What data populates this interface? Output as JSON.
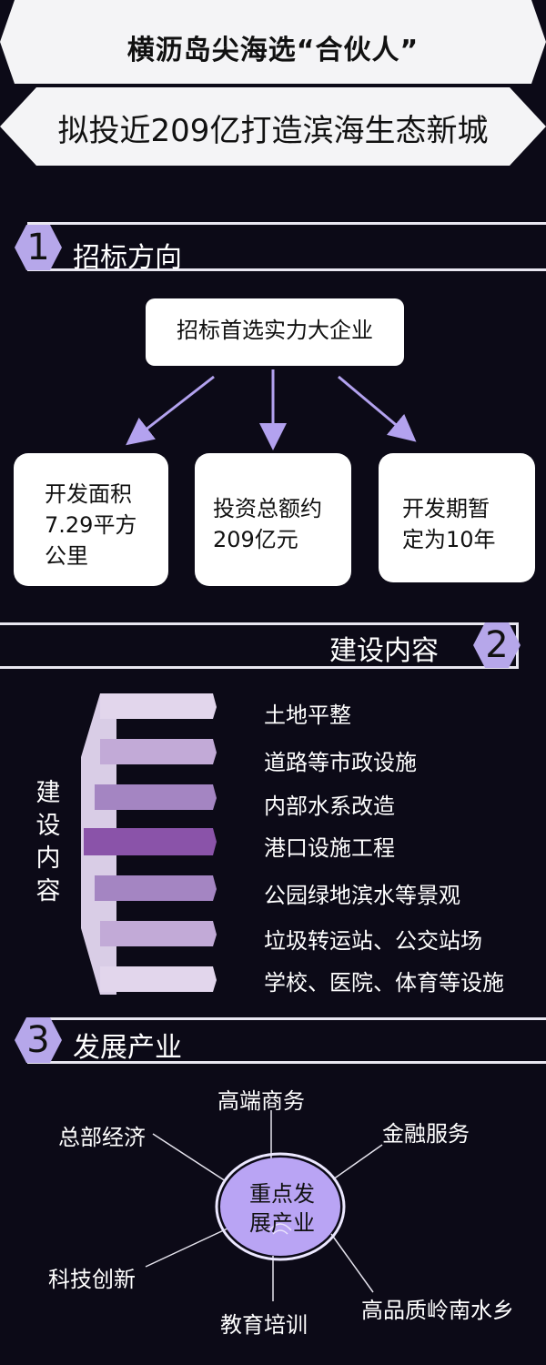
{
  "header": {
    "title": "横沥岛尖海选“合伙人”",
    "subtitle": "拟投近209亿打造滨海生态新城"
  },
  "section1": {
    "number": "1",
    "title": "招标方向",
    "top_box": "招标首选实力大企业",
    "boxes": [
      [
        "开发面积",
        "7.29平方",
        "公里"
      ],
      [
        "投资总额约",
        "209亿元"
      ],
      [
        "开发期暂",
        "定为10年"
      ]
    ]
  },
  "section2": {
    "number": "2",
    "title": "建设内容",
    "side_label": [
      "建",
      "设",
      "内",
      "容"
    ],
    "items": [
      "土地平整",
      "道路等市政设施",
      "内部水系改造",
      "港口设施工程",
      "公园绿地滨水等景观",
      "垃圾转运站、公交站场",
      "学校、医院、体育等设施"
    ],
    "item_colors": [
      "#e2d6ec",
      "#c2aad7",
      "#a485c2",
      "#8a53a9",
      "#a485c2",
      "#c2aad7",
      "#e2d6ec"
    ]
  },
  "section3": {
    "number": "3",
    "title": "发展产业",
    "center": [
      "重点发",
      "展产业"
    ],
    "nodes": {
      "top": "高端商务",
      "top_left": "总部经济",
      "top_right": "金融服务",
      "bottom_left": "科技创新",
      "bottom": "教育培训",
      "bottom_right": "高品质岭南水乡"
    }
  }
}
